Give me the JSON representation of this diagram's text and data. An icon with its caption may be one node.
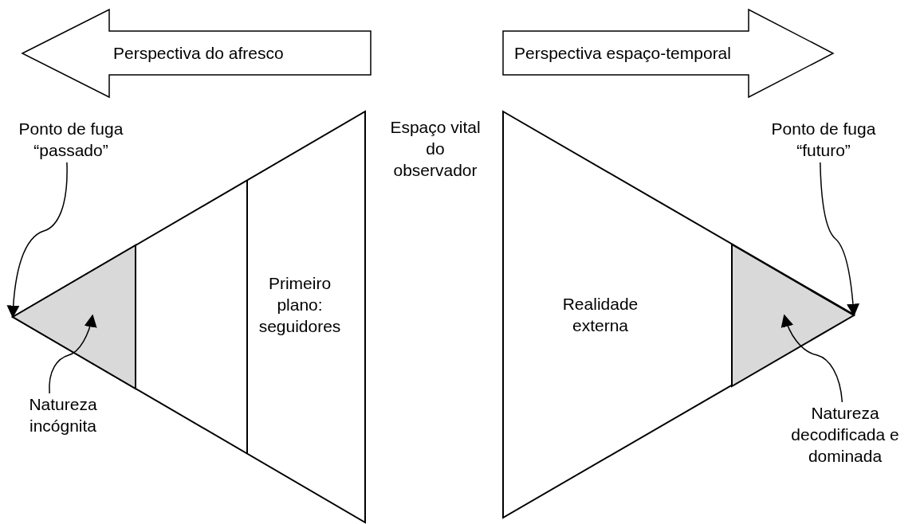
{
  "diagram": {
    "nodes": [
      {
        "text": [
          "Perspectiva do afresco"
        ]
      },
      {
        "text": [
          "Perspectiva espaço-temporal"
        ]
      },
      {
        "text": [
          "Ponto de fuga “passado”"
        ]
      },
      {
        "text": [],
        "shape": "triangle"
      },
      {
        "text": [],
        "shape": "triangle",
        "in": 3
      },
      {
        "text": [
          "Primeiro plano: seguidores"
        ],
        "in": 3
      },
      {
        "text": [
          "Natureza incógnita"
        ]
      },
      {
        "text": [
          "Realidade externa"
        ]
      },
      {
        "text": [],
        "shape": "triangle",
        "in": 7
      },
      {
        "text": [
          "Ponto de fuga “futuro”"
        ]
      },
      {
        "text": [
          "Natureza decodificada e dominada"
        ]
      }
    ],
    "edges": [
      {
        "from": 2,
        "to": 4,
        "arrow": "to"
      },
      {
        "from": 6,
        "to": 4,
        "arrow": "to"
      },
      {
        "from": 9,
        "to": 8,
        "arrow": "to"
      },
      {
        "from": 10,
        "to": 8,
        "arrow": "to"
      }
    ],
    "labels": [
      "Espaço vital do observador"
    ]
  }
}
